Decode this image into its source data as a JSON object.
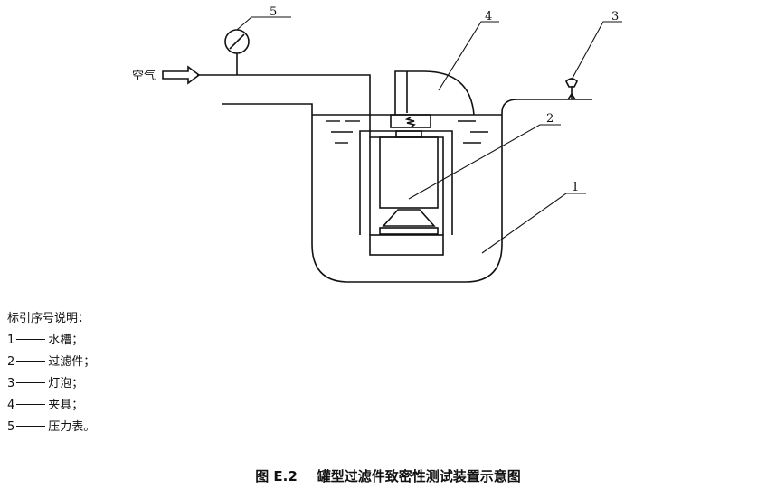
{
  "diagram": {
    "callouts": {
      "tank": "1",
      "filter": "2",
      "lamp": "3",
      "clamp": "4",
      "gauge": "5"
    },
    "air_label": "空气"
  },
  "legend": {
    "heading": "标引序号说明：",
    "items": [
      {
        "num": "1",
        "text": "水槽；"
      },
      {
        "num": "2",
        "text": "过滤件；"
      },
      {
        "num": "3",
        "text": "灯泡；"
      },
      {
        "num": "4",
        "text": "夹具；"
      },
      {
        "num": "5",
        "text": "压力表。"
      }
    ]
  },
  "caption": {
    "figure_no": "图 E.2",
    "title": "罐型过滤件致密性测试装置示意图"
  }
}
